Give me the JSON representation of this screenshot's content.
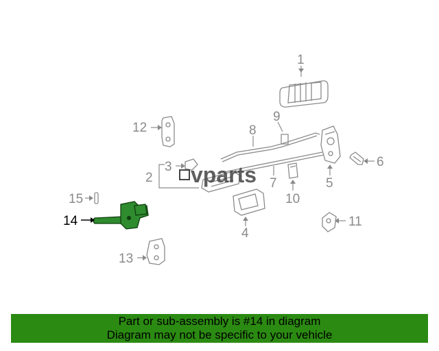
{
  "diagram": {
    "callouts": [
      {
        "id": "1",
        "label": "1"
      },
      {
        "id": "2",
        "label": "2"
      },
      {
        "id": "3",
        "label": "3"
      },
      {
        "id": "4",
        "label": "4"
      },
      {
        "id": "5",
        "label": "5"
      },
      {
        "id": "6",
        "label": "6"
      },
      {
        "id": "7",
        "label": "7"
      },
      {
        "id": "8",
        "label": "8"
      },
      {
        "id": "9",
        "label": "9"
      },
      {
        "id": "10",
        "label": "10"
      },
      {
        "id": "11",
        "label": "11"
      },
      {
        "id": "12",
        "label": "12"
      },
      {
        "id": "13",
        "label": "13"
      },
      {
        "id": "14",
        "label": "14"
      },
      {
        "id": "15",
        "label": "15"
      }
    ],
    "highlighted_part": "14",
    "highlight_color": "#2e8b2e",
    "watermark": "vparts"
  },
  "banner": {
    "line1": "Part or sub-assembly is #14 in diagram",
    "line2": "Diagram may not be specific to your vehicle",
    "background": "#2b8a12"
  }
}
